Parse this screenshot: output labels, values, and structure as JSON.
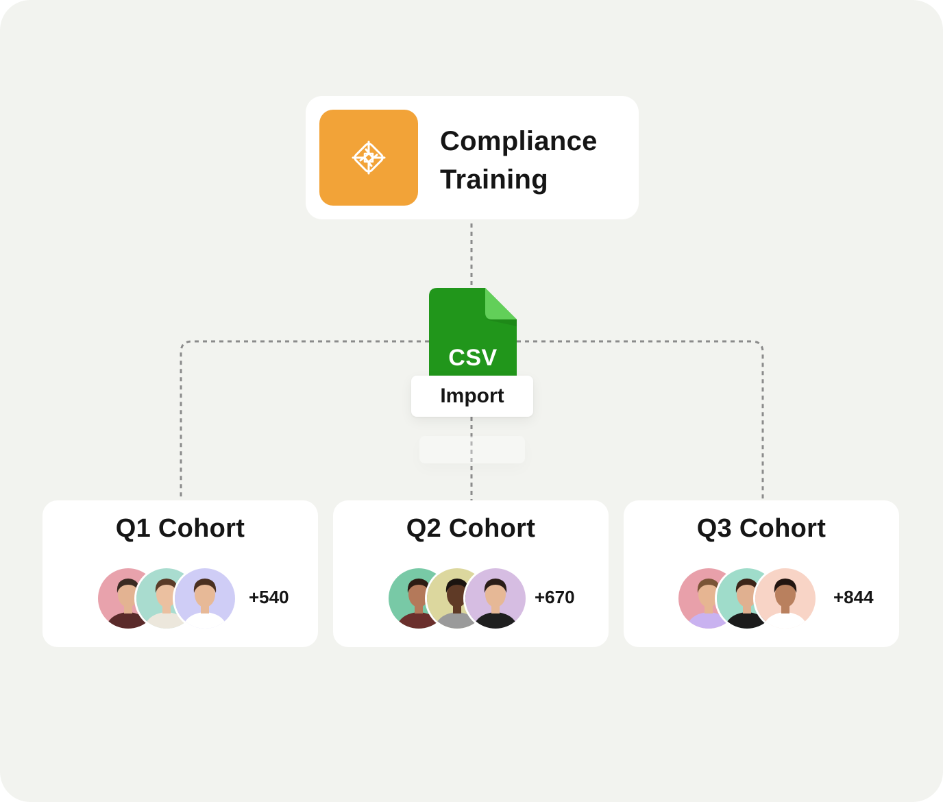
{
  "course": {
    "title_line1": "Compliance",
    "title_line2": "Training",
    "icon": "aperture-icon",
    "accent_color": "#f2a338"
  },
  "import": {
    "file_type": "CSV",
    "action_label": "Import",
    "file_color": "#21961b",
    "fold_color": "#62cf59"
  },
  "cohorts": [
    {
      "title": "Q1 Cohort",
      "count": "+540",
      "avatars": [
        {
          "bg": "#e8a2ac",
          "skin": "#e3b392",
          "hair": "#3a2a22",
          "shirt": "#5a2a2a"
        },
        {
          "bg": "#a9dccf",
          "skin": "#ebc0a0",
          "hair": "#5a3b28",
          "shirt": "#ece7dc"
        },
        {
          "bg": "#cfcdf6",
          "skin": "#e7b997",
          "hair": "#4a3020",
          "shirt": "#ffffff"
        }
      ]
    },
    {
      "title": "Q2 Cohort",
      "count": "+670",
      "avatars": [
        {
          "bg": "#78c9a6",
          "skin": "#b4795a",
          "hair": "#2d1c14",
          "shirt": "#6a2f2c"
        },
        {
          "bg": "#dcd79e",
          "skin": "#5f3a26",
          "hair": "#1b1410",
          "shirt": "#9a9a9a"
        },
        {
          "bg": "#d6bde2",
          "skin": "#e6b896",
          "hair": "#2a1d17",
          "shirt": "#1f1f1f"
        }
      ]
    },
    {
      "title": "Q3 Cohort",
      "count": "+844",
      "avatars": [
        {
          "bg": "#e8a0aa",
          "skin": "#e6b592",
          "hair": "#7a5436",
          "shirt": "#c9b2f0"
        },
        {
          "bg": "#9fdcca",
          "skin": "#e0b090",
          "hair": "#3b2418",
          "shirt": "#1b1b1b"
        },
        {
          "bg": "#f8d4c6",
          "skin": "#b9805e",
          "hair": "#221510",
          "shirt": "#ffffff"
        }
      ]
    }
  ],
  "connector_color": "#8b8b8b",
  "background_color": "#f2f3ef"
}
